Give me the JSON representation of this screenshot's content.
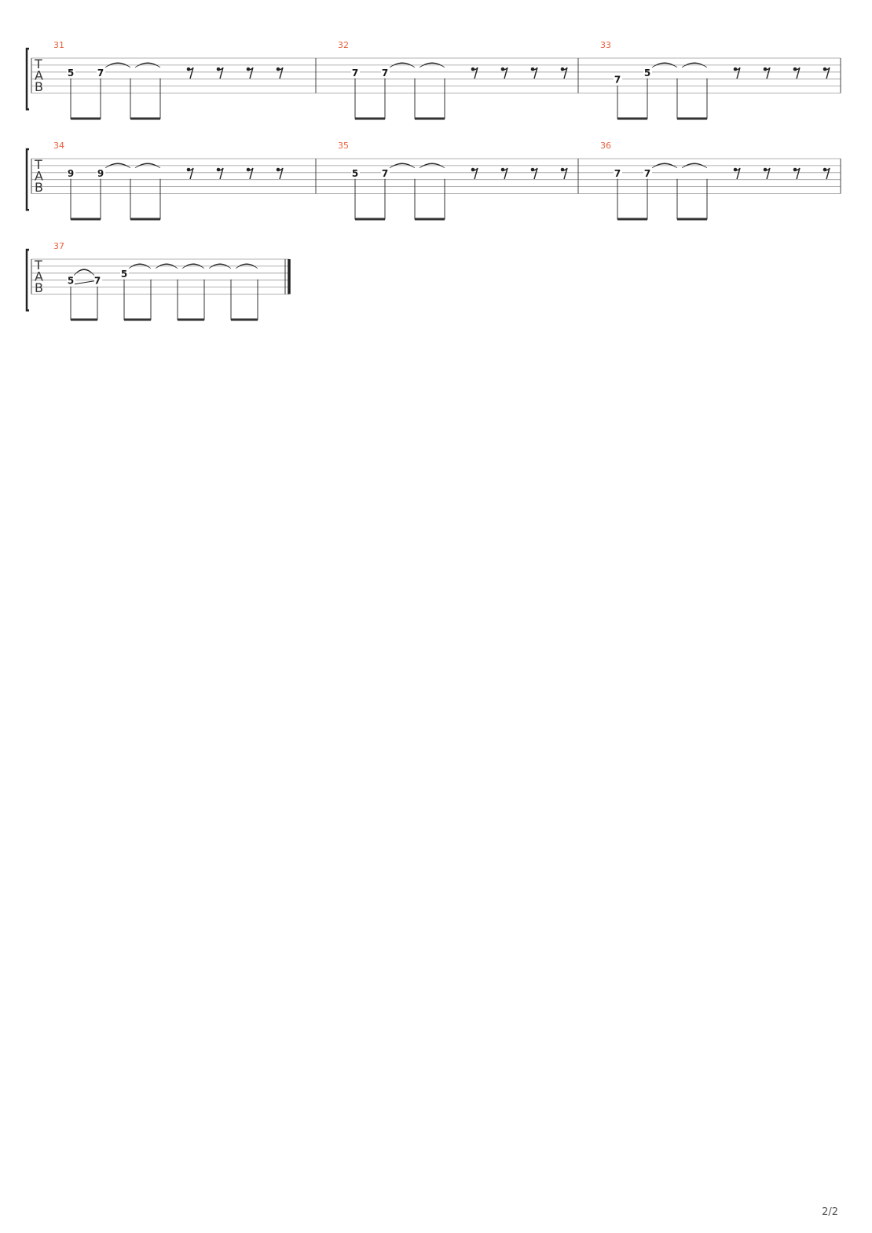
{
  "clef_letters": [
    "T",
    "A",
    "B"
  ],
  "page_number": "2/2",
  "systems": [
    {
      "measures": [
        {
          "number": "31",
          "notes": [
            {
              "fret": "5",
              "string": 3
            },
            {
              "fret": "7",
              "string": 3
            },
            {
              "fret": "",
              "string": 3
            },
            {
              "fret": "",
              "string": 3
            }
          ],
          "ties": [
            [
              1,
              2
            ],
            [
              2,
              3
            ]
          ],
          "rests": 4
        },
        {
          "number": "32",
          "notes": [
            {
              "fret": "7",
              "string": 3
            },
            {
              "fret": "7",
              "string": 3
            },
            {
              "fret": "",
              "string": 3
            },
            {
              "fret": "",
              "string": 3
            }
          ],
          "ties": [
            [
              1,
              2
            ],
            [
              2,
              3
            ]
          ],
          "rests": 4
        },
        {
          "number": "33",
          "notes": [
            {
              "fret": "7",
              "string": 4
            },
            {
              "fret": "5",
              "string": 3
            },
            {
              "fret": "",
              "string": 3
            },
            {
              "fret": "",
              "string": 3
            }
          ],
          "ties": [
            [
              1,
              2
            ],
            [
              2,
              3
            ]
          ],
          "rests": 4
        }
      ]
    },
    {
      "measures": [
        {
          "number": "34",
          "notes": [
            {
              "fret": "9",
              "string": 3
            },
            {
              "fret": "9",
              "string": 3
            },
            {
              "fret": "",
              "string": 3
            },
            {
              "fret": "",
              "string": 3
            }
          ],
          "ties": [
            [
              1,
              2
            ],
            [
              2,
              3
            ]
          ],
          "rests": 4
        },
        {
          "number": "35",
          "notes": [
            {
              "fret": "5",
              "string": 3
            },
            {
              "fret": "7",
              "string": 3
            },
            {
              "fret": "",
              "string": 3
            },
            {
              "fret": "",
              "string": 3
            }
          ],
          "ties": [
            [
              1,
              2
            ],
            [
              2,
              3
            ]
          ],
          "rests": 4
        },
        {
          "number": "36",
          "notes": [
            {
              "fret": "7",
              "string": 3
            },
            {
              "fret": "7",
              "string": 3
            },
            {
              "fret": "",
              "string": 3
            },
            {
              "fret": "",
              "string": 3
            }
          ],
          "ties": [
            [
              1,
              2
            ],
            [
              2,
              3
            ]
          ],
          "rests": 4
        }
      ]
    },
    {
      "measures": [
        {
          "number": "37",
          "final": true,
          "notes": [
            {
              "fret": "5",
              "string": 4
            },
            {
              "fret": "7",
              "string": 4
            },
            {
              "fret": "5",
              "string": 3
            },
            {
              "fret": "",
              "string": 3
            },
            {
              "fret": "",
              "string": 3
            },
            {
              "fret": "",
              "string": 3
            },
            {
              "fret": "",
              "string": 3
            },
            {
              "fret": "",
              "string": 3
            },
            {
              "fret": "",
              "string": 3
            }
          ],
          "hammer": [
            0,
            1
          ],
          "slide": [
            0,
            1
          ],
          "ties": [
            [
              2,
              3
            ],
            [
              3,
              4
            ],
            [
              4,
              5
            ],
            [
              5,
              6
            ],
            [
              6,
              7
            ]
          ],
          "rests": 0
        }
      ]
    }
  ]
}
